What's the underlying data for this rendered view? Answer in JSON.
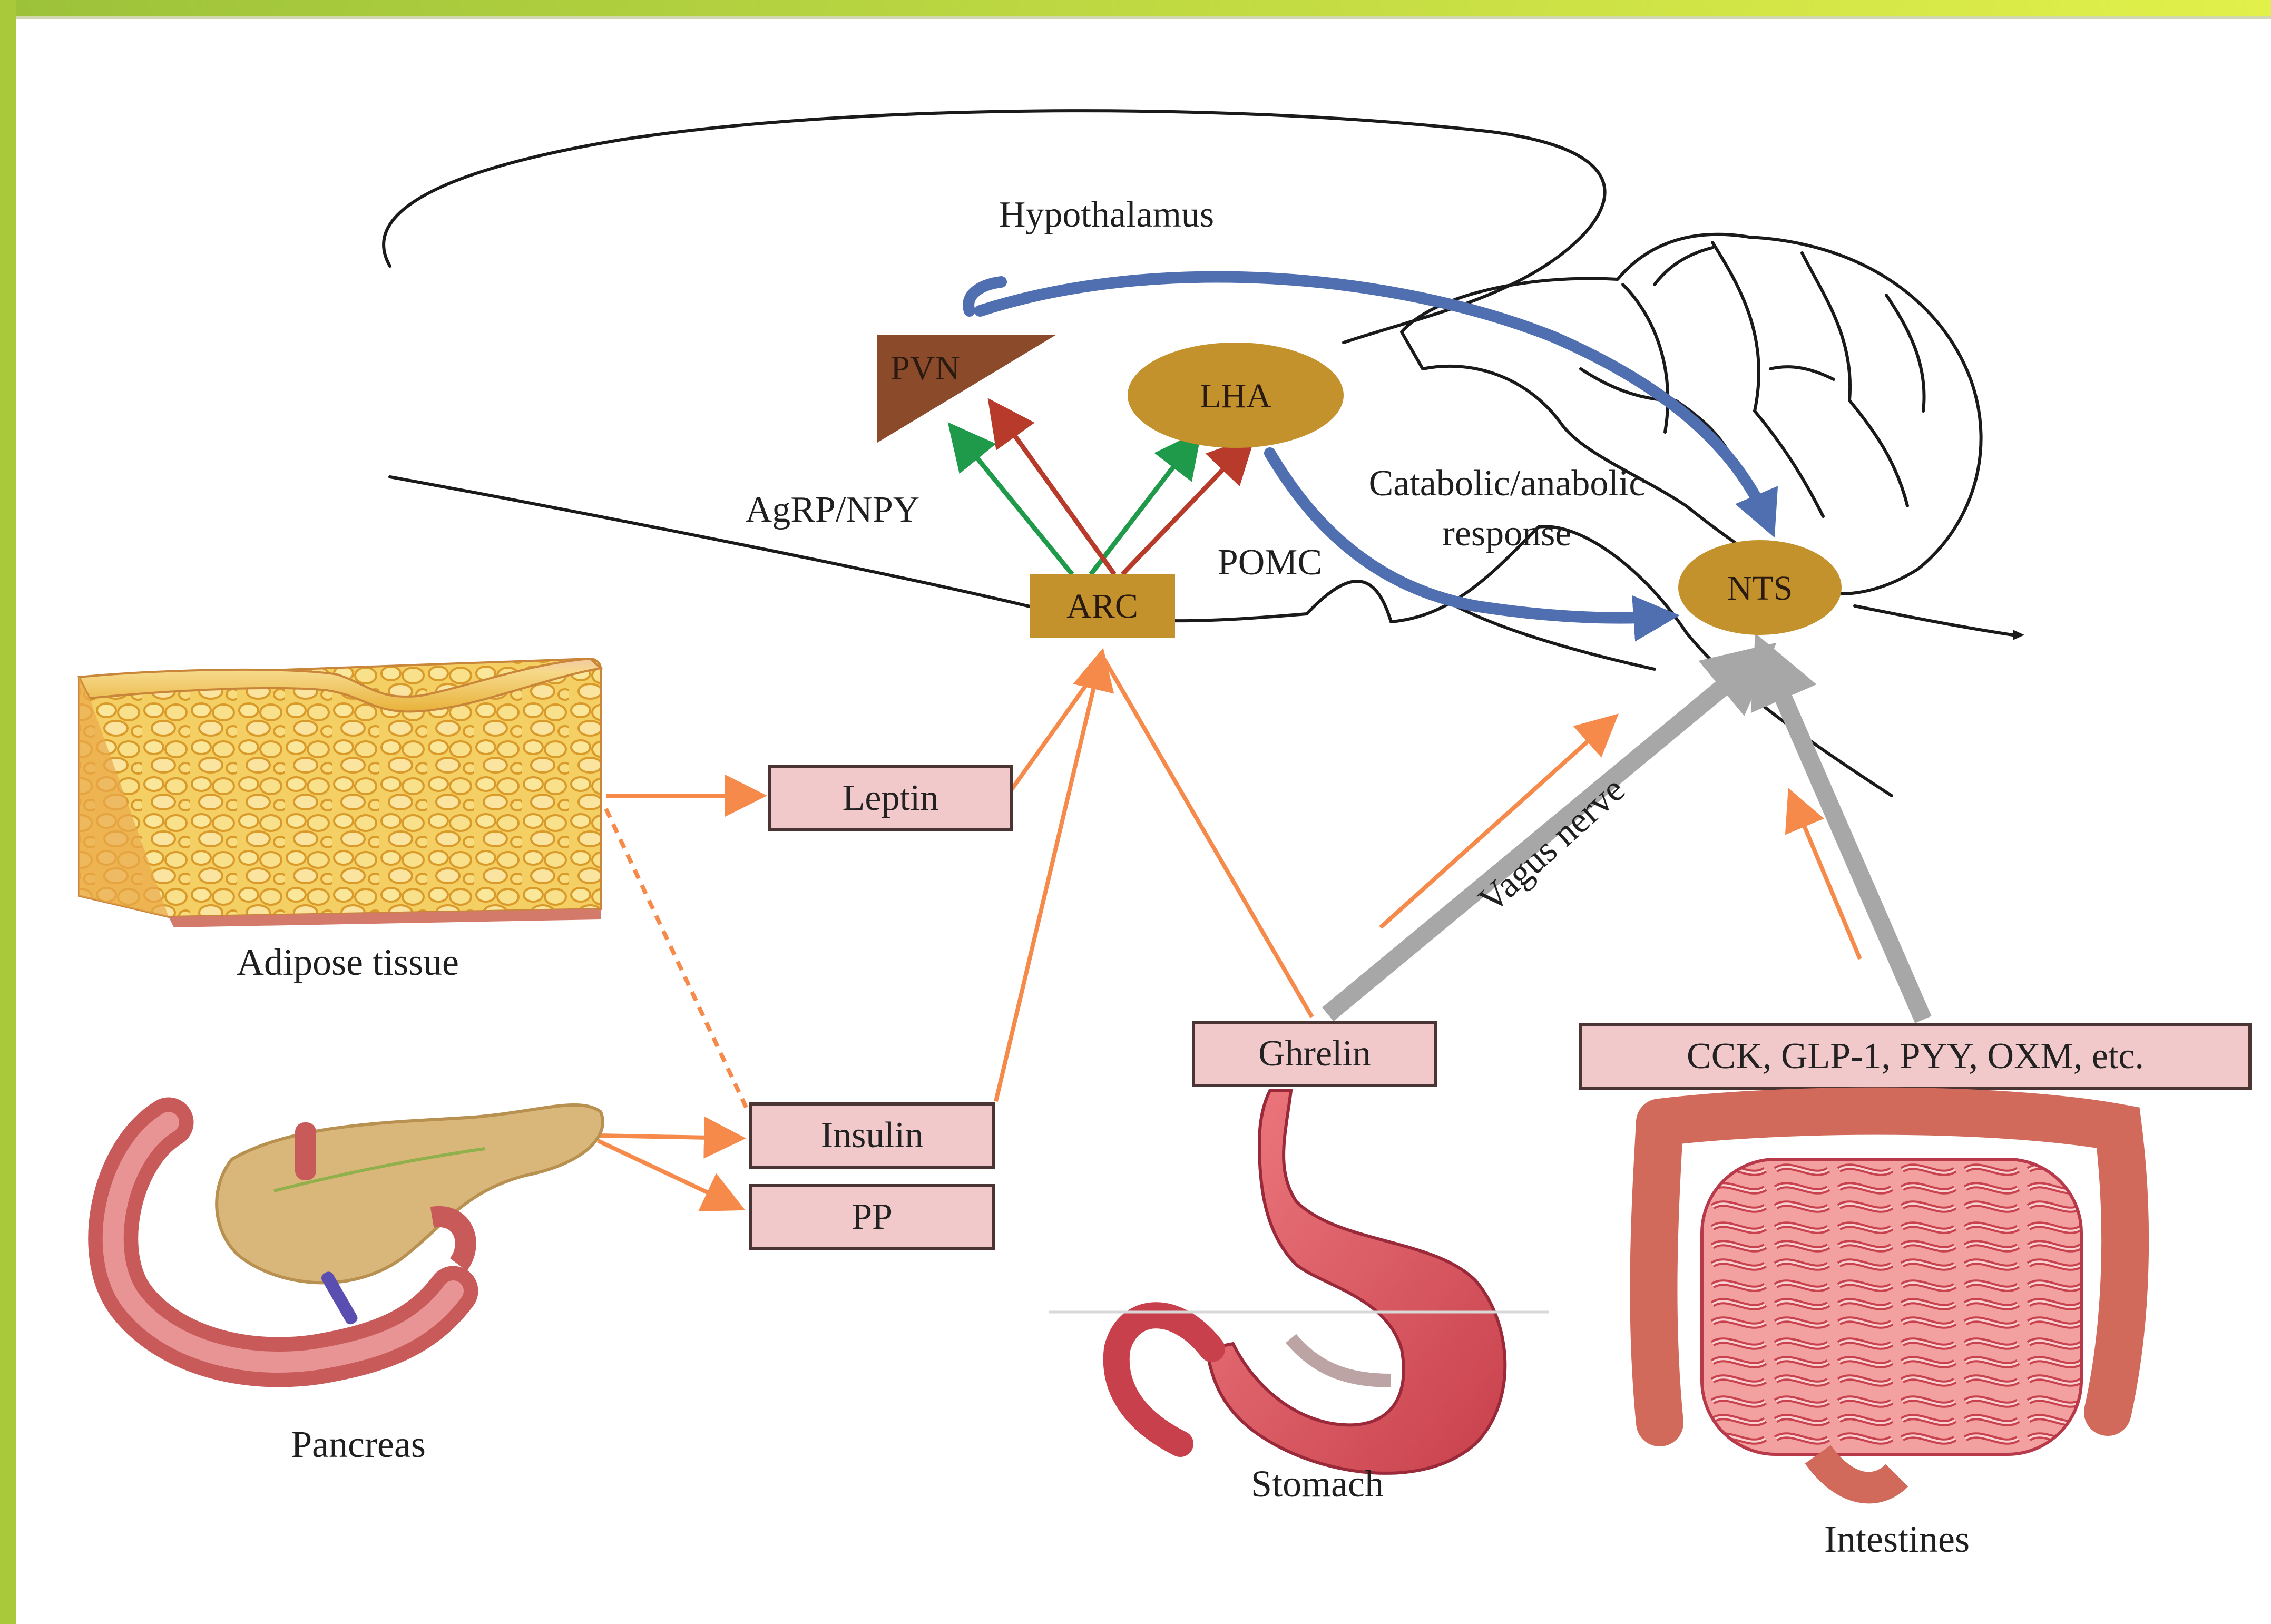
{
  "labels": {
    "hypothalamus": "Hypothalamus",
    "pvn": "PVN",
    "lha": "LHA",
    "arc": "ARC",
    "nts": "NTS",
    "agrp_npy": "AgRP/NPY",
    "pomc": "POMC",
    "catabolic_line1": "Catabolic/anabolic",
    "catabolic_line2": "response",
    "vagus_nerve": "Vagus nerve"
  },
  "hormones": {
    "leptin": "Leptin",
    "insulin": "Insulin",
    "pp": "PP",
    "ghrelin": "Ghrelin",
    "gut": "CCK, GLP-1, PYY, OXM, etc."
  },
  "organs": {
    "adipose": "Adipose tissue",
    "pancreas": "Pancreas",
    "stomach": "Stomach",
    "intestines": "Intestines"
  },
  "colors": {
    "agrp": "#1e9a4a",
    "pomc": "#d23c3c",
    "orange_arrow": "#f58a4a",
    "vagus_grey": "#a7a7a7",
    "feedback_blue": "#4f6fb0",
    "nucleus_gold": "#c3922c",
    "pvn_brown": "#8b4a2a",
    "hormone_box": "#f1c9ca",
    "frame_green": "#a9c83a"
  }
}
